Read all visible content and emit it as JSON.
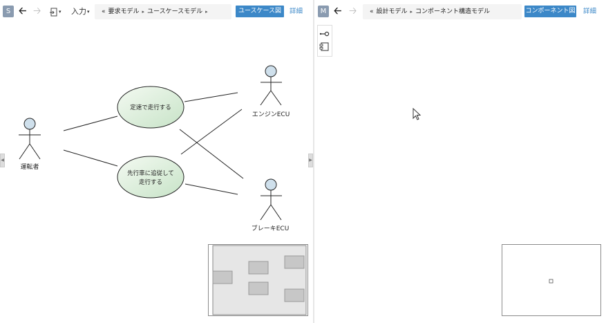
{
  "left_pane": {
    "badge": "S",
    "input_menu_label": "入力",
    "breadcrumb": {
      "lead": "«",
      "items": [
        "要求モデル",
        "ユースケースモデル"
      ]
    },
    "diagram_button": "ユースケース図",
    "detail_link": "詳細",
    "diagram": {
      "actors": [
        {
          "label": "運転者"
        },
        {
          "label": "エンジンECU"
        },
        {
          "label": "ブレーキECU"
        }
      ],
      "use_cases": [
        {
          "line1": "定速で走行する"
        },
        {
          "line1": "先行車に追従して",
          "line2": "走行する"
        }
      ]
    }
  },
  "right_pane": {
    "badge": "M",
    "breadcrumb": {
      "lead": "«",
      "items": [
        "設計モデル",
        "コンポーネント構造モデル"
      ]
    },
    "diagram_button": "コンポーネント図",
    "detail_link": "詳細",
    "palette": [
      {
        "icon": "interface-icon"
      },
      {
        "icon": "component-icon"
      }
    ]
  },
  "colors": {
    "accent": "#3c88c8",
    "badge": "#8a9bb0",
    "actor_head": "#cfe0ec",
    "use_case_light": "#f4faf2",
    "use_case_dark": "#c7e3c7",
    "minimap_node": "#c7c7c7"
  }
}
